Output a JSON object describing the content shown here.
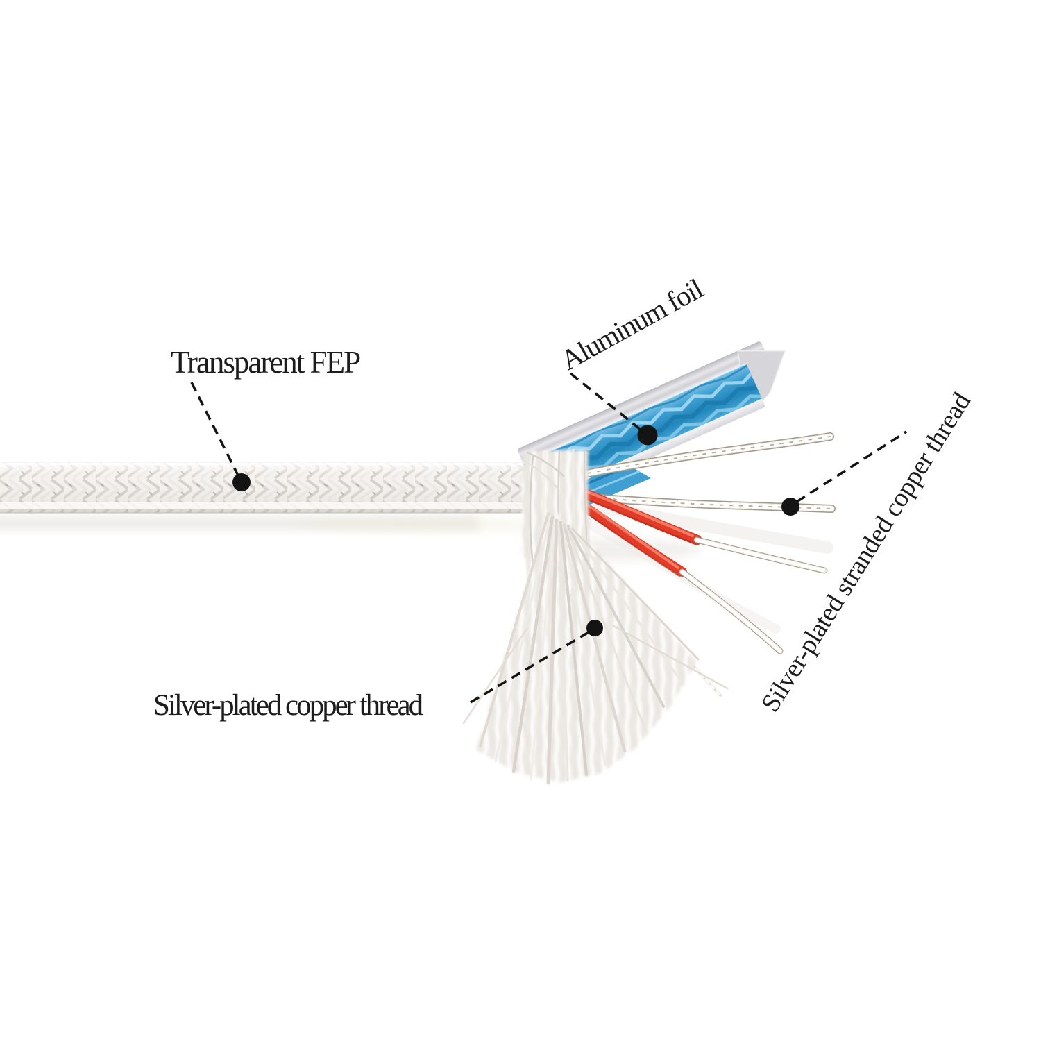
{
  "annotations": {
    "transparent_fep": {
      "text": "Transparent FEP"
    },
    "aluminum_foil": {
      "text": "Aluminum foil"
    },
    "stranded_copper": {
      "text": "Silver-plated stranded copper thread"
    },
    "copper_thread": {
      "text": "Silver-plated copper thread"
    }
  },
  "icons": {
    "callout_marker": "●"
  },
  "colors": {
    "background": "#ffffff",
    "text": "#1c1c1c",
    "leader": "#141414",
    "foil_blue": "#3f9fd2",
    "foil_blue_dark": "#1d7cb0",
    "foil_blue_light": "#9bd3ee",
    "foil_silver": "#d8d8dc",
    "wire_red": "#e23b27",
    "wire_red_light": "#f58a70",
    "wire_red_dark": "#b52a1a",
    "silver_dark": "#a39988",
    "silver_mid": "#eae4db",
    "braid_base": "#f4f2ef",
    "braid_line": "#d8d4ce"
  }
}
